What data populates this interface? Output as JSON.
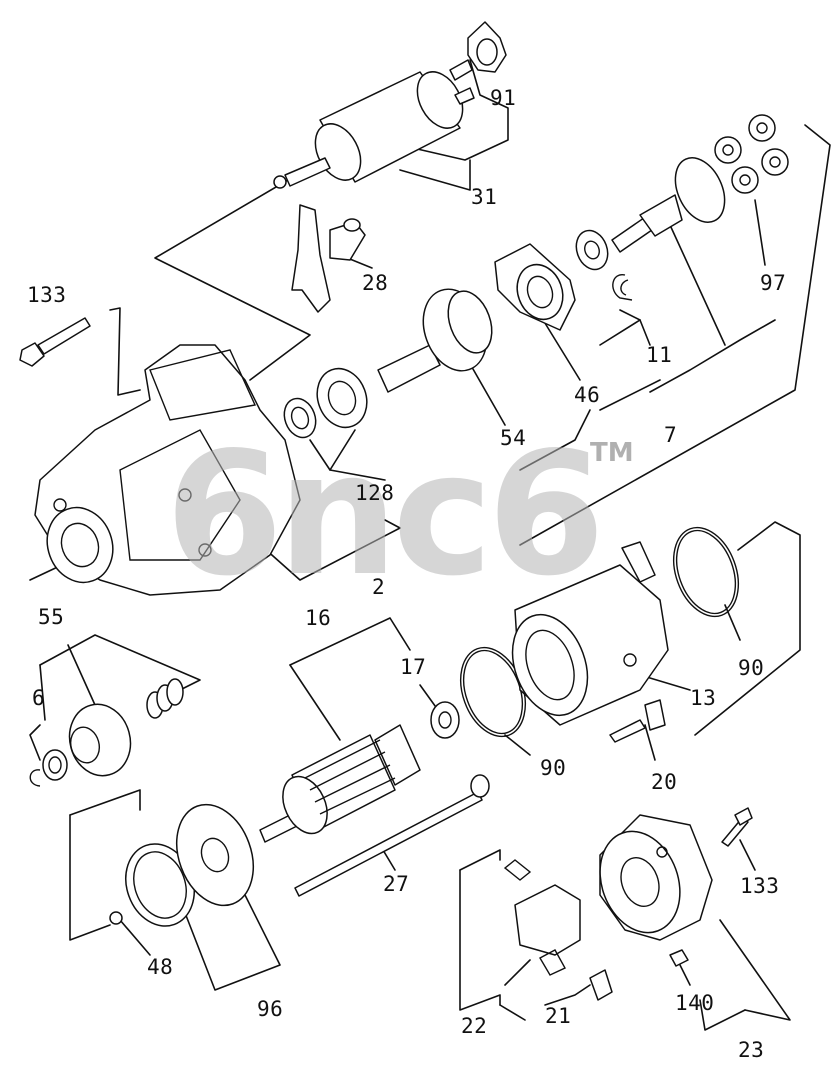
{
  "watermark": {
    "text": "6nc6",
    "tm": "TM",
    "color": "#b4b4b4"
  },
  "callouts": {
    "p91": "91",
    "p31": "31",
    "p28": "28",
    "p133a": "133",
    "p97": "97",
    "p11": "11",
    "p46": "46",
    "p54": "54",
    "p7": "7",
    "p128": "128",
    "p2": "2",
    "p55": "55",
    "p6": "6",
    "p16": "16",
    "p17": "17",
    "p90a": "90",
    "p13": "13",
    "p90b": "90",
    "p20": "20",
    "p27": "27",
    "p133b": "133",
    "p48": "48",
    "p96": "96",
    "p22": "22",
    "p21": "21",
    "p140": "140",
    "p23": "23"
  },
  "parts": [
    "solenoid-switch",
    "plunger",
    "shift-lever",
    "bolt",
    "planetary-gears",
    "gear-shaft",
    "washer",
    "snap-ring",
    "internal-gear",
    "pinion-shaft",
    "ball-bearing",
    "gear-case",
    "pinion-gear",
    "spring",
    "stop-ring",
    "armature",
    "bearing",
    "o-ring",
    "yoke-assembly",
    "terminal",
    "through-bolt",
    "dust-cover",
    "plate",
    "brush-holder",
    "brush",
    "rear-cover",
    "nut"
  ]
}
